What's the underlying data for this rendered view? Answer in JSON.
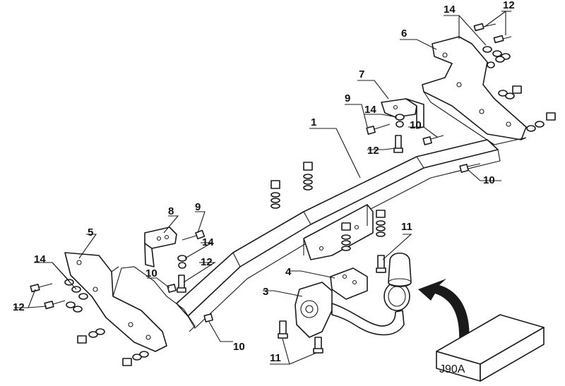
{
  "callouts": {
    "n1": "1",
    "n3": "3",
    "n4": "4",
    "n5": "5",
    "n6": "6",
    "n7": "7",
    "n8": "8",
    "n9_top": "9",
    "n9_left": "9",
    "n10_mid": "10",
    "n10_right": "10",
    "n10_left": "10",
    "n10_bottom": "10",
    "n11_top": "11",
    "n11_bottom": "11",
    "n12_topright": "12",
    "n12_mid": "12",
    "n12_left8": "12",
    "n12_farleft": "12",
    "n14_topright": "14",
    "n14_mid": "14",
    "n14_left8": "14",
    "n14_farleft": "14"
  },
  "box_label": "J90A",
  "colors": {
    "line": "#1a1a1a",
    "fill": "#ffffff",
    "arrow": "#111111"
  }
}
